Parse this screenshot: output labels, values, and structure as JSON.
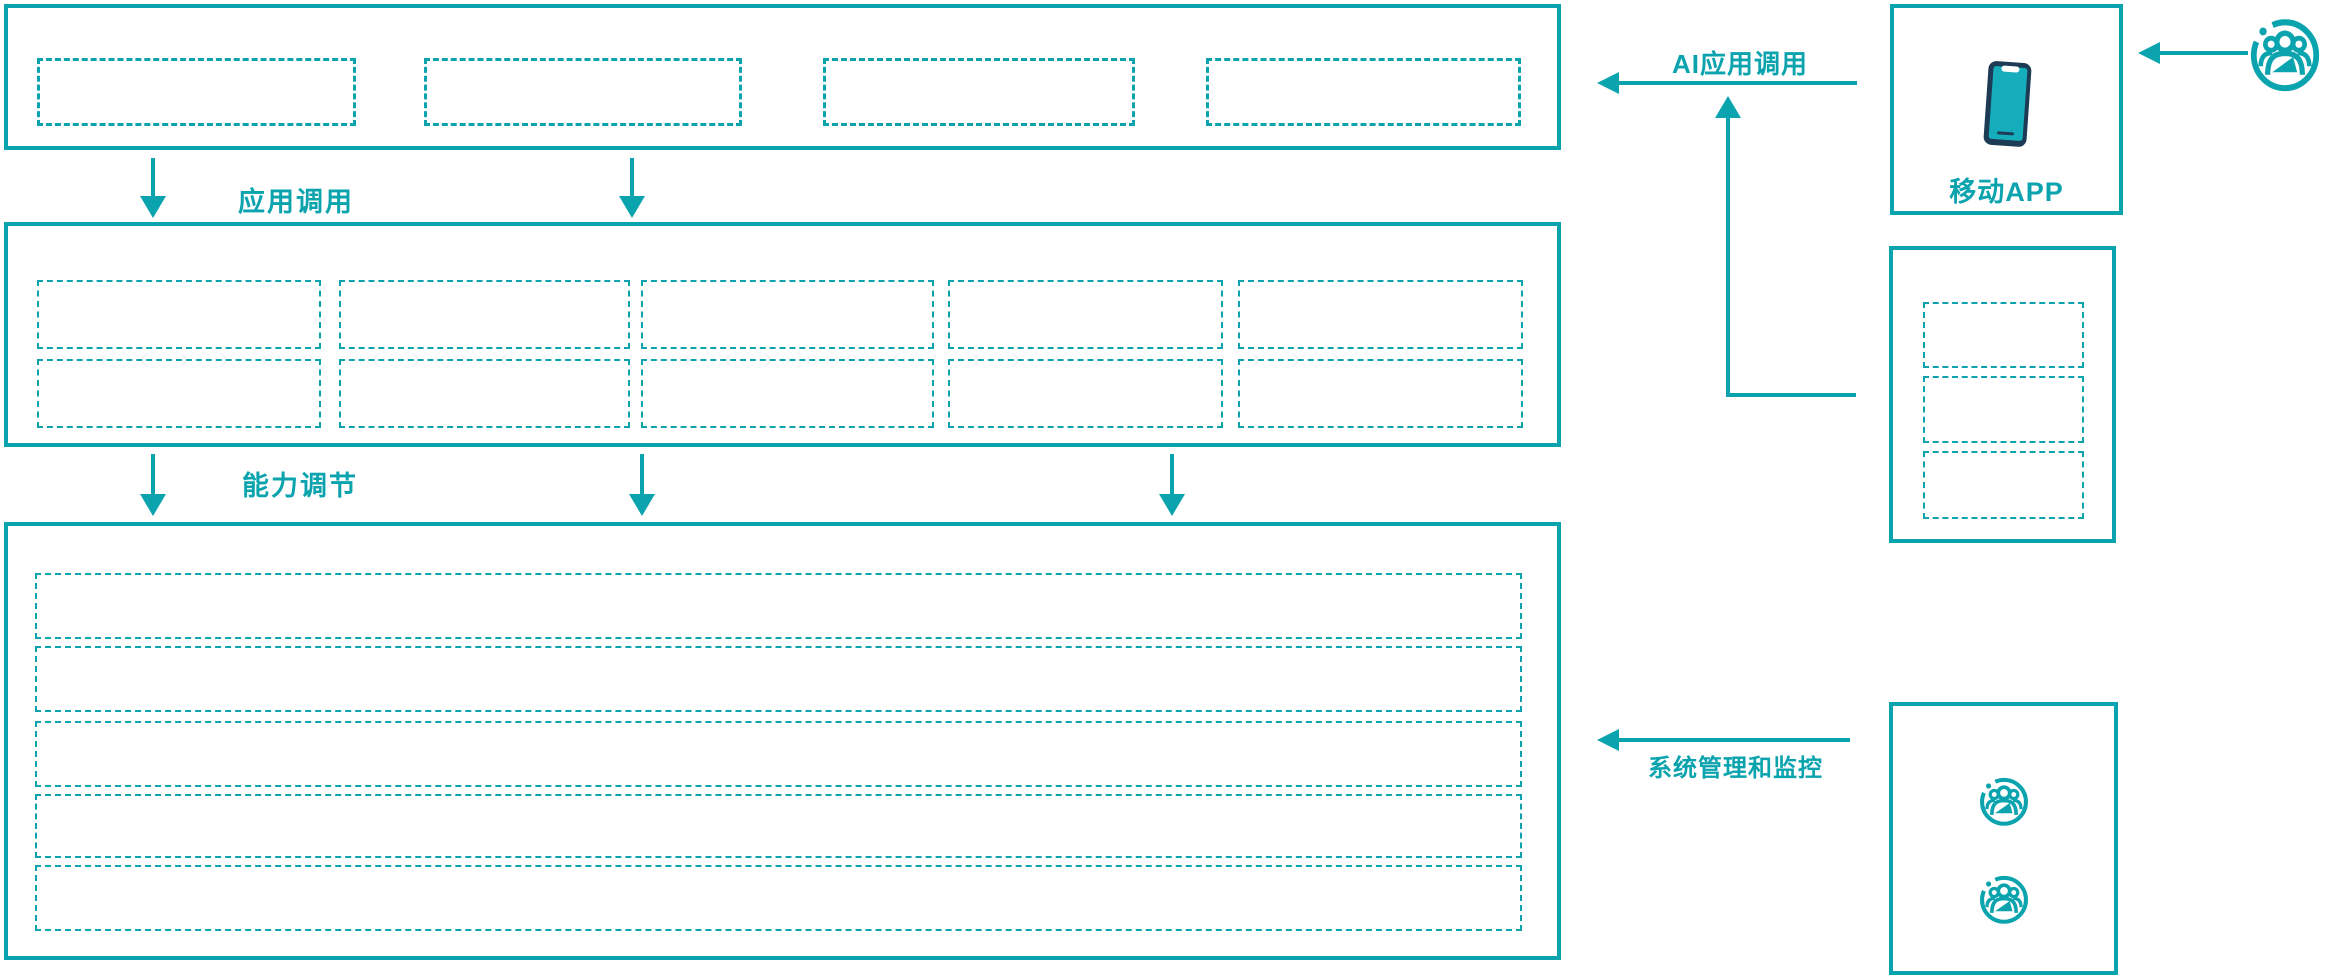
{
  "colors": {
    "teal": "#0ba3ae",
    "phone_body": "#1e3b55",
    "phone_screen": "#15adbb",
    "bg": "#ffffff"
  },
  "labels": {
    "app_call": "应用调用",
    "capability_adjust": "能力调节",
    "ai_app_call": "AI应用调用",
    "mobile_app": "移动APP",
    "system_monitor": "系统管理和监控"
  },
  "structure": {
    "top_layer": {
      "placeholder_count": 4
    },
    "middle_layer": {
      "placeholder_rows": 2,
      "placeholder_cols": 5
    },
    "bottom_layer": {
      "placeholder_rows": 5
    },
    "app_box": {
      "icon": "mobile-phone-icon"
    },
    "api_box": {
      "placeholder_count": 3
    },
    "admin_box": {
      "icon": "user-group-icon",
      "icon_count": 2
    },
    "external_user": {
      "icon": "user-group-icon"
    }
  }
}
